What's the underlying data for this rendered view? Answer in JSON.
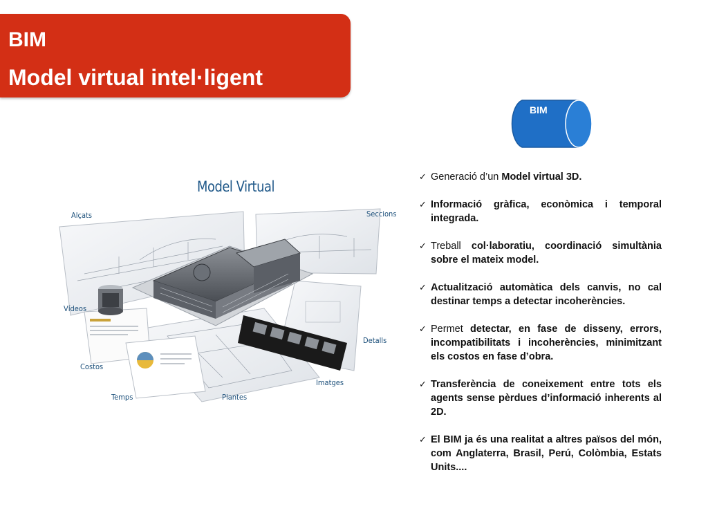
{
  "header": {
    "line1": "BIM",
    "line2": "Model virtual intel·ligent",
    "background_color": "#d32f15"
  },
  "cylinder": {
    "label": "BIM",
    "color": "#1f6fc6"
  },
  "figure": {
    "title": "Model Virtual",
    "labels": {
      "alcats": "Alçats",
      "seccions": "Seccions",
      "videos": "Vídeos",
      "detalls": "Detalls",
      "costos": "Costos",
      "temps": "Temps",
      "plantes": "Plantes",
      "imatges": "Imatges"
    }
  },
  "bullets": [
    {
      "normal1": "Generació d’un ",
      "bold": "Model virtual 3D.",
      "normal2": ""
    },
    {
      "normal1": "",
      "bold": "Informació gràfica, econòmica i temporal integrada.",
      "normal2": ""
    },
    {
      "normal1": "Treball ",
      "bold": "col·laboratiu, coordinació simultània sobre el mateix model.",
      "normal2": ""
    },
    {
      "normal1": "",
      "bold": "Actualització automàtica dels canvis, no cal destinar temps a detectar incoherències.",
      "normal2": ""
    },
    {
      "normal1": "Permet ",
      "bold": "detectar, en fase de disseny, errors, incompatibilitats i incoherències, minimitzant els costos en fase d’obra.",
      "normal2": ""
    },
    {
      "normal1": "",
      "bold": "Transferència de coneixement entre tots els agents sense pèrdues d’informació inherents al 2D.",
      "normal2": ""
    },
    {
      "normal1": "",
      "bold": "El BIM ja és una realitat a altres països del món, com Anglaterra, Brasil, Perú, Colòmbia, Estats Units....",
      "normal2": ""
    }
  ]
}
